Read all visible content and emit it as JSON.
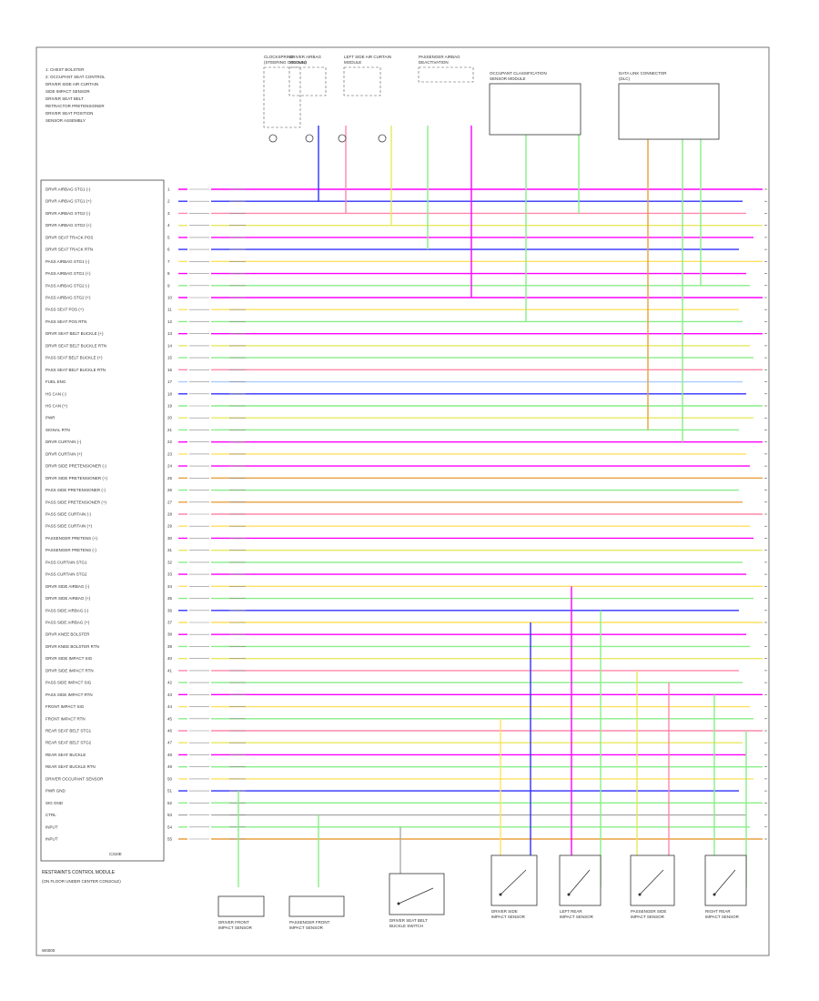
{
  "figure_code": "W0000",
  "module": {
    "name": "RESTRAINTS CONTROL MODULE",
    "footer": "(ON FLOOR UNDER CENTER CONSOLE)",
    "connector_label": "C310E"
  },
  "legend_notes": [
    "1: CHEST BOLSTER",
    "2: OCCUPANT SEAT CONTROL",
    "DRIVER SIDE AIR CURTAIN",
    "SIDE IMPACT SENSOR",
    "DRIVER SEAT BELT",
    "RETRACTOR PRETENSIONER",
    "DRIVER SEAT POSITION",
    "SENSOR ASSEMBLY"
  ],
  "top_components": [
    {
      "id": "clockspring",
      "label": "CLOCKSPRING",
      "sub": "(STEERING COLUMN)"
    },
    {
      "id": "driver-airbag",
      "label": "DRIVER AIRBAG",
      "sub": "MODULE"
    },
    {
      "id": "left-side-air-curtain",
      "label": "LEFT SIDE AIR CURTAIN",
      "sub": "MODULE"
    },
    {
      "id": "passenger-airbag",
      "label": "PASSENGER AIRBAG",
      "sub": "DEACTIVATION"
    },
    {
      "id": "occupant-classification",
      "label": "OCCUPANT CLASSIFICATION",
      "sub": "SENSOR MODULE"
    },
    {
      "id": "data-link-connector",
      "label": "DATA LINK CONNECTOR",
      "sub": "(DLC)"
    }
  ],
  "pins": [
    {
      "n": "1",
      "label": "DRVR AIRBAG STG1 (-)",
      "color": "#ff00ff"
    },
    {
      "n": "2",
      "label": "DRVR AIRBAG STG1 (+)",
      "color": "#3030ff"
    },
    {
      "n": "3",
      "label": "DRVR AIRBAG STG2 (-)",
      "color": "#ff88aa"
    },
    {
      "n": "4",
      "label": "DRVR AIRBAG STG2 (+)",
      "color": "#e8e860"
    },
    {
      "n": "5",
      "label": "DRVR SEAT TRACK POS",
      "color": "#ff00ff"
    },
    {
      "n": "6",
      "label": "DRVR SEAT TRACK RTN",
      "color": "#3030ff"
    },
    {
      "n": "7",
      "label": "PASS AIRBAG STG1 (-)",
      "color": "#ffe060"
    },
    {
      "n": "8",
      "label": "PASS AIRBAG STG1 (+)",
      "color": "#ff00ff"
    },
    {
      "n": "9",
      "label": "PASS AIRBAG STG2 (-)",
      "color": "#88ee88"
    },
    {
      "n": "10",
      "label": "PASS AIRBAG STG2 (+)",
      "color": "#ff00ff"
    },
    {
      "n": "11",
      "label": "PASS SEAT POS (+)",
      "color": "#ffe060"
    },
    {
      "n": "12",
      "label": "PASS SEAT POS RTN",
      "color": "#88ee88"
    },
    {
      "n": "13",
      "label": "DRVR SEAT BELT BUCKLE (+)",
      "color": "#ff00ff"
    },
    {
      "n": "14",
      "label": "DRVR SEAT BELT BUCKLE RTN",
      "color": "#e8e860"
    },
    {
      "n": "15",
      "label": "PASS SEAT BELT BUCKLE (+)",
      "color": "#88ee88"
    },
    {
      "n": "16",
      "label": "PASS SEAT BELT BUCKLE RTN",
      "color": "#ff88aa"
    },
    {
      "n": "17",
      "label": "FUEL ENG",
      "color": "#aaccff"
    },
    {
      "n": "18",
      "label": "HS CAN (-)",
      "color": "#3030ff"
    },
    {
      "n": "19",
      "label": "HS CAN (+)",
      "color": "#88ee88"
    },
    {
      "n": "20",
      "label": "PWR",
      "color": "#e8e860"
    },
    {
      "n": "21",
      "label": "SIGNAL RTN",
      "color": "#88ee88"
    },
    {
      "n": "22",
      "label": "DRVR CURTAIN (-)",
      "color": "#ff00ff"
    },
    {
      "n": "23",
      "label": "DRVR CURTAIN (+)",
      "color": "#ffe060"
    },
    {
      "n": "24",
      "label": "DRVR SIDE PRETENSIONER (-)",
      "color": "#ff00ff"
    },
    {
      "n": "25",
      "label": "DRVR SIDE PRETENSIONER (+)",
      "color": "#e8a040"
    },
    {
      "n": "26",
      "label": "PASS SIDE PRETENSIONER (-)",
      "color": "#88ee88"
    },
    {
      "n": "27",
      "label": "PASS SIDE PRETENSIONER (+)",
      "color": "#e8a040"
    },
    {
      "n": "28",
      "label": "PASS SIDE CURTAIN (-)",
      "color": "#ff88aa"
    },
    {
      "n": "29",
      "label": "PASS SIDE CURTAIN (+)",
      "color": "#ffe060"
    },
    {
      "n": "30",
      "label": "PASSENGER PRETENS (+)",
      "color": "#ff00ff"
    },
    {
      "n": "31",
      "label": "PASSENGER PRETENS (-)",
      "color": "#e8e860"
    },
    {
      "n": "32",
      "label": "PASS CURTAIN STG1",
      "color": "#88ee88"
    },
    {
      "n": "33",
      "label": "PASS CURTAIN STG2",
      "color": "#ff00ff"
    },
    {
      "n": "34",
      "label": "DRVR SIDE AIRBAG (-)",
      "color": "#ffe060"
    },
    {
      "n": "35",
      "label": "DRVR SIDE AIRBAG (+)",
      "color": "#88ee88"
    },
    {
      "n": "36",
      "label": "PASS SIDE AIRBAG (-)",
      "color": "#3030ff"
    },
    {
      "n": "37",
      "label": "PASS SIDE AIRBAG (+)",
      "color": "#ffe060"
    },
    {
      "n": "38",
      "label": "DRVR KNEE BOLSTER",
      "color": "#ff00ff"
    },
    {
      "n": "39",
      "label": "DRVR KNEE BOLSTER RTN",
      "color": "#88ee88"
    },
    {
      "n": "40",
      "label": "DRVR SIDE IMPACT SIG",
      "color": "#e8e860"
    },
    {
      "n": "41",
      "label": "DRVR SIDE IMPACT RTN",
      "color": "#ff88aa"
    },
    {
      "n": "42",
      "label": "PASS SIDE IMPACT SIG",
      "color": "#88ee88"
    },
    {
      "n": "43",
      "label": "PASS SIDE IMPACT RTN",
      "color": "#ff00ff"
    },
    {
      "n": "44",
      "label": "FRONT IMPACT SIG",
      "color": "#ffe060"
    },
    {
      "n": "45",
      "label": "FRONT IMPACT RTN",
      "color": "#88ee88"
    },
    {
      "n": "46",
      "label": "REAR SEAT BELT STG1",
      "color": "#ff88aa"
    },
    {
      "n": "47",
      "label": "REAR SEAT BELT STG2",
      "color": "#e8e860"
    },
    {
      "n": "48",
      "label": "REAR SEAT BUCKLE",
      "color": "#ff00ff"
    },
    {
      "n": "49",
      "label": "REAR SEAT BUCKLE RTN",
      "color": "#88ee88"
    },
    {
      "n": "50",
      "label": "DRIVER OCCUPANT SENSOR",
      "color": "#ffe060"
    },
    {
      "n": "51",
      "label": "PWR GND",
      "color": "#3030ff"
    },
    {
      "n": "52",
      "label": "SIG GND",
      "color": "#88ee88"
    },
    {
      "n": "53",
      "label": "CTRL",
      "color": "#aaaaaa"
    },
    {
      "n": "54",
      "label": "INPUT",
      "color": "#88ee88"
    },
    {
      "n": "55",
      "label": "INPUT",
      "color": "#e8a040"
    }
  ],
  "bottom_components": [
    {
      "id": "driver-front-impact",
      "lines": [
        "DRIVER FRONT",
        "IMPACT SENSOR"
      ]
    },
    {
      "id": "pass-front-impact",
      "lines": [
        "PASSENGER FRONT",
        "IMPACT SENSOR"
      ]
    },
    {
      "id": "seat-belt-switch",
      "lines": [
        "DRIVER SEAT BELT",
        "BUCKLE SWITCH"
      ]
    },
    {
      "id": "driver-side-impact",
      "lines": [
        "DRIVER SIDE",
        "IMPACT SENSOR"
      ]
    },
    {
      "id": "left-rear-impact",
      "lines": [
        "LEFT REAR",
        "IMPACT SENSOR"
      ]
    },
    {
      "id": "pass-side-impact",
      "lines": [
        "PASSENGER SIDE",
        "IMPACT SENSOR"
      ]
    },
    {
      "id": "right-rear-impact",
      "lines": [
        "RIGHT REAR",
        "IMPACT SENSOR"
      ]
    }
  ]
}
